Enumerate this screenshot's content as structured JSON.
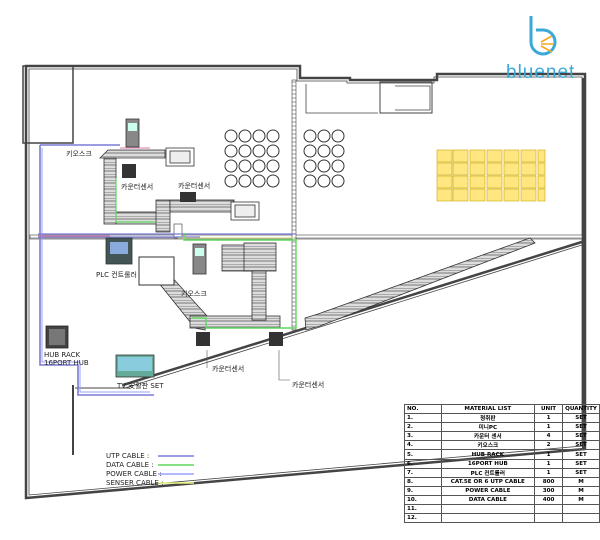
{
  "logo": {
    "text": "bluenet",
    "mark": "bluenet-b-logo-icon",
    "color": "#3aa8d8"
  },
  "labels": {
    "kiosk_top": "키오스크",
    "counter_sensor_1": "카운터센서",
    "counter_sensor_2": "카운터센서",
    "plc_controller": "PLC 컨트롤러",
    "kiosk_mid": "키오스크",
    "hub_rack": "HUB RACK",
    "hub_port": "16PORT HUB",
    "tv_set": "TV 安활판 SET",
    "counter_sensor_3": "카운터센서",
    "counter_sensor_4": "카운터센서"
  },
  "legend": [
    {
      "label": "UTP CABLE :",
      "color": "#7b7bd6"
    },
    {
      "label": "DATA CABLE :",
      "color": "#5fd55f"
    },
    {
      "label": "POWER CABLE :",
      "color": "#9aa0ff"
    },
    {
      "label": "SENSER CABLE :",
      "color": "#e6f07a"
    }
  ],
  "material_table": {
    "headers": {
      "no": "NO.",
      "material": "MATERIAL LIST",
      "unit": "UNIT",
      "quantity": "QUANTITY"
    },
    "rows": [
      {
        "no": "1.",
        "material": "청취판",
        "unit": "1",
        "qty": "SET"
      },
      {
        "no": "2.",
        "material": "미니PC",
        "unit": "1",
        "qty": "SET"
      },
      {
        "no": "3.",
        "material": "카운터 센서",
        "unit": "4",
        "qty": "SET"
      },
      {
        "no": "4.",
        "material": "키오스크",
        "unit": "2",
        "qty": "SET"
      },
      {
        "no": "5.",
        "material": "HUB RACK",
        "unit": "1",
        "qty": "SET"
      },
      {
        "no": "6.",
        "material": "16PORT HUB",
        "unit": "1",
        "qty": "SET"
      },
      {
        "no": "7.",
        "material": "PLC 컨트롤러",
        "unit": "1",
        "qty": "SET"
      },
      {
        "no": "8.",
        "material": "CAT.5E OR 6 UTP CABLE",
        "unit": "800",
        "qty": "M"
      },
      {
        "no": "9.",
        "material": "POWER CABLE",
        "unit": "300",
        "qty": "M"
      },
      {
        "no": "10.",
        "material": "DATA CABLE",
        "unit": "400",
        "qty": "M"
      },
      {
        "no": "11.",
        "material": "",
        "unit": "",
        "qty": ""
      },
      {
        "no": "12.",
        "material": "",
        "unit": "",
        "qty": ""
      }
    ]
  }
}
